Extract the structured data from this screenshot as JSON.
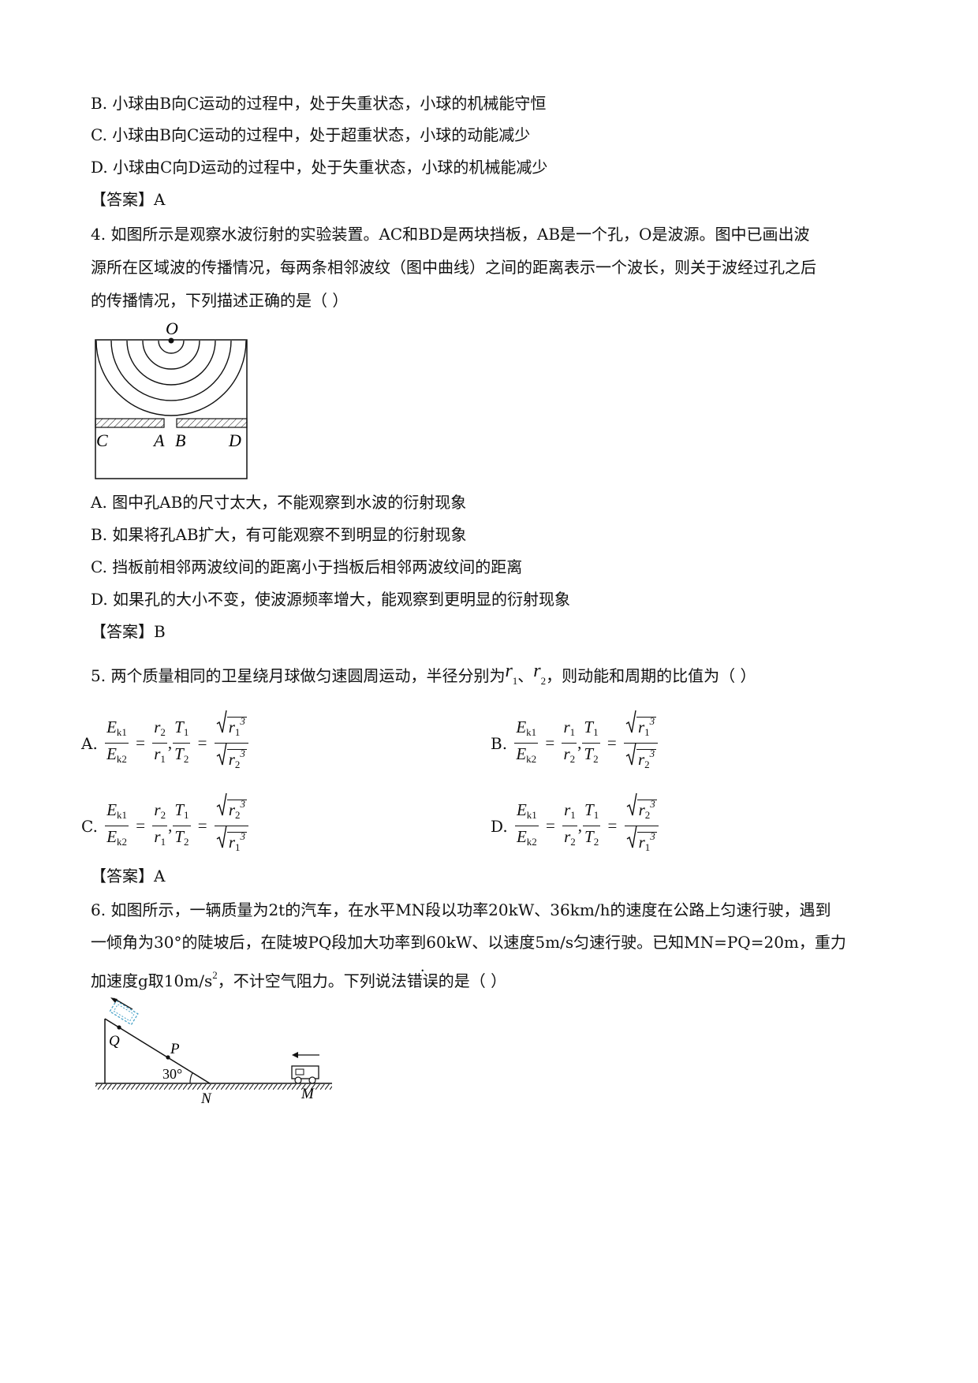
{
  "q3": {
    "optB": "B. 小球由B向C运动的过程中，处于失重状态，小球的机械能守恒",
    "optC": "C. 小球由B向C运动的过程中，处于超重状态，小球的动能减少",
    "optD": "D. 小球由C向D运动的过程中，处于失重状态，小球的机械能减少",
    "answer": "【答案】A"
  },
  "q4": {
    "stem_l1": "4. 如图所示是观察水波衍射的实验装置。AC和BD是两块挡板，AB是一个孔，O是波源。图中已画出波",
    "stem_l2": "源所在区域波的传播情况，每两条相邻波纹（图中曲线）之间的距离表示一个波长，则关于波经过孔之后",
    "stem_l3": "的传播情况，下列描述正确的是（        ）",
    "fig_labels": {
      "O": "O",
      "C": "C",
      "A": "A",
      "B": "B",
      "D": "D"
    },
    "optA": "A. 图中孔AB的尺寸太大，不能观察到水波的衍射现象",
    "optB": "B. 如果将孔AB扩大，有可能观察不到明显的衍射现象",
    "optC": "C. 挡板前相邻两波纹间的距离小于挡板后相邻两波纹间的距离",
    "optD": "D. 如果孔的大小不变，使波源频率增大，能观察到更明显的衍射现象",
    "answer": "【答案】B"
  },
  "q5": {
    "stem_a": "5. 两个质量相同的卫星绕月球做匀速圆周运动，半径分别为",
    "r1": "r",
    "r1_sub": "1",
    "sep": "、",
    "r2": "r",
    "r2_sub": "2",
    "stem_b": "，则动能和周期的比值为（    ）",
    "opt_labels": {
      "A": "A.",
      "B": "B.",
      "C": "C.",
      "D": "D."
    },
    "sym": {
      "E": "E",
      "k1": "k1",
      "k2": "k2",
      "r": "r",
      "T": "T",
      "one": "1",
      "two": "2",
      "three": "3",
      "eq": "=",
      "comma": ","
    },
    "answer": "【答案】A"
  },
  "q6": {
    "stem_l1": "6. 如图所示，一辆质量为2t的汽车，在水平MN段以功率20kW、36km/h的速度在公路上匀速行驶，遇到",
    "stem_l2": "一倾角为30°的陡坡后，在陡坡PQ段加大功率到60kW、以速度5m/s匀速行驶。已知MN=PQ=20m，重力",
    "stem_l3a": "加速度g取10m/s",
    "stem_l3sup": "2",
    "stem_l3b": "，不计空气阻力。下列说法",
    "stem_l3c": "错误",
    "stem_l3d": "的是（        ）",
    "fig_labels": {
      "Q": "Q",
      "P": "P",
      "N": "N",
      "M": "M",
      "angle": "30°"
    }
  }
}
